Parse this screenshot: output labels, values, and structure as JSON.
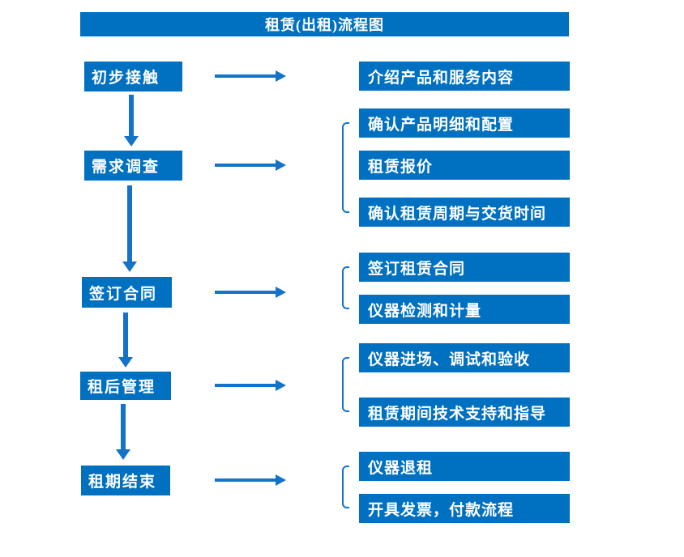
{
  "title": "租赁(出租)流程图",
  "colors": {
    "box_blue": "#0070C0",
    "arrow_blue": "#1473C8",
    "text_white": "#FFFFFF",
    "background": "#FFFFFF"
  },
  "steps": [
    {
      "label": "初步接触",
      "details": [
        "介绍产品和服务内容"
      ]
    },
    {
      "label": "需求调查",
      "details": [
        "确认产品明细和配置",
        "租赁报价",
        "确认租赁周期与交货时间"
      ]
    },
    {
      "label": "签订合同",
      "details": [
        "签订租赁合同",
        "仪器检测和计量"
      ]
    },
    {
      "label": "租后管理",
      "details": [
        "仪器进场、调试和验收",
        "租赁期间技术支持和指导"
      ]
    },
    {
      "label": "租期结束",
      "details": [
        "仪器退租",
        "开具发票，付款流程"
      ]
    }
  ]
}
